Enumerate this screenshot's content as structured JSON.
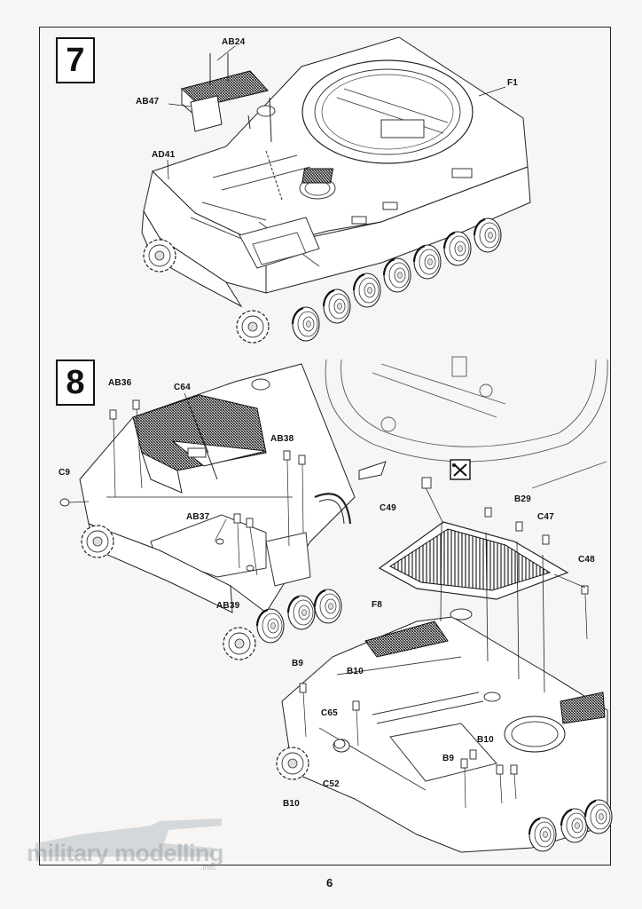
{
  "page": {
    "number": "6"
  },
  "steps": {
    "step7": "7",
    "step8": "8"
  },
  "labels": {
    "ab24": "AB24",
    "ab47": "AB47",
    "ad41": "AD41",
    "f1": "F1",
    "ab36": "AB36",
    "c64": "C64",
    "ab38": "AB38",
    "c9": "C9",
    "ab37": "AB37",
    "ab39": "AB39",
    "c49": "C49",
    "b29": "B29",
    "c47": "C47",
    "c48": "C48",
    "f8": "F8",
    "b9a": "B9",
    "b10a": "B10",
    "c65": "C65",
    "b10b": "B10",
    "b9b": "B9",
    "c52": "C52",
    "b10c": "B10"
  },
  "watermark": {
    "text": "military modelling",
    "sub": ".info"
  },
  "icons": {
    "cut_icon": "sprue-cutter-icon"
  }
}
